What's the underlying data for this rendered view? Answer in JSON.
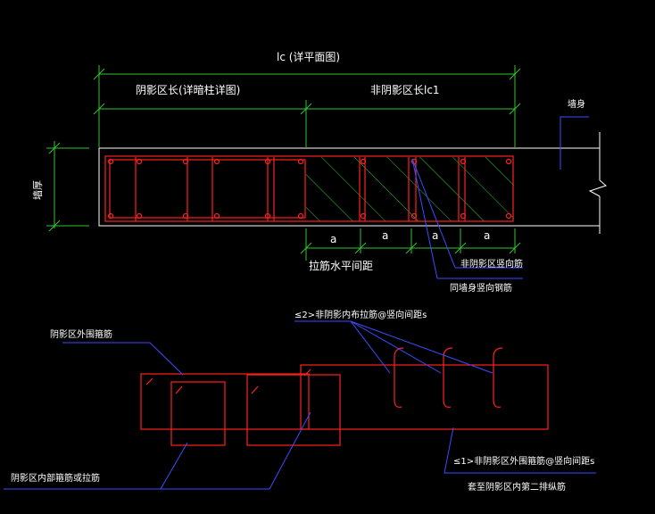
{
  "colors": {
    "background": "#000000",
    "dimension": "#35c435",
    "outline": "#ffffff",
    "rebar": "#ff2020",
    "leader": "#3a4cff",
    "text": "#ffffff",
    "hatch": "#35c435"
  },
  "labels": {
    "total_length": "lc (详平面图)",
    "shadow_length": "阴影区长(详暗柱详图)",
    "non_shadow_length": "非阴影区长lc1",
    "wall_body": "墙身",
    "wall_thickness": "墙厚",
    "spacing_a": "a",
    "tie_spacing": "拉筋水平间距",
    "non_shadow_vertical": "非阴影区竖向筋",
    "same_as_wall": "同墙身竖向钢筋",
    "tie_vertical_spacing": "≤2>非阴影内布拉筋@竖向间距s",
    "shadow_outer_stirrup": "阴影区外围箍筋",
    "shadow_inner_stirrup": "阴影区内部箍筋或拉筋",
    "non_shadow_outer_stirrup": "≤1>非阴影区外围箍筋@竖向间距s",
    "second_rebar": "套至阴影区内第二排纵筋"
  }
}
